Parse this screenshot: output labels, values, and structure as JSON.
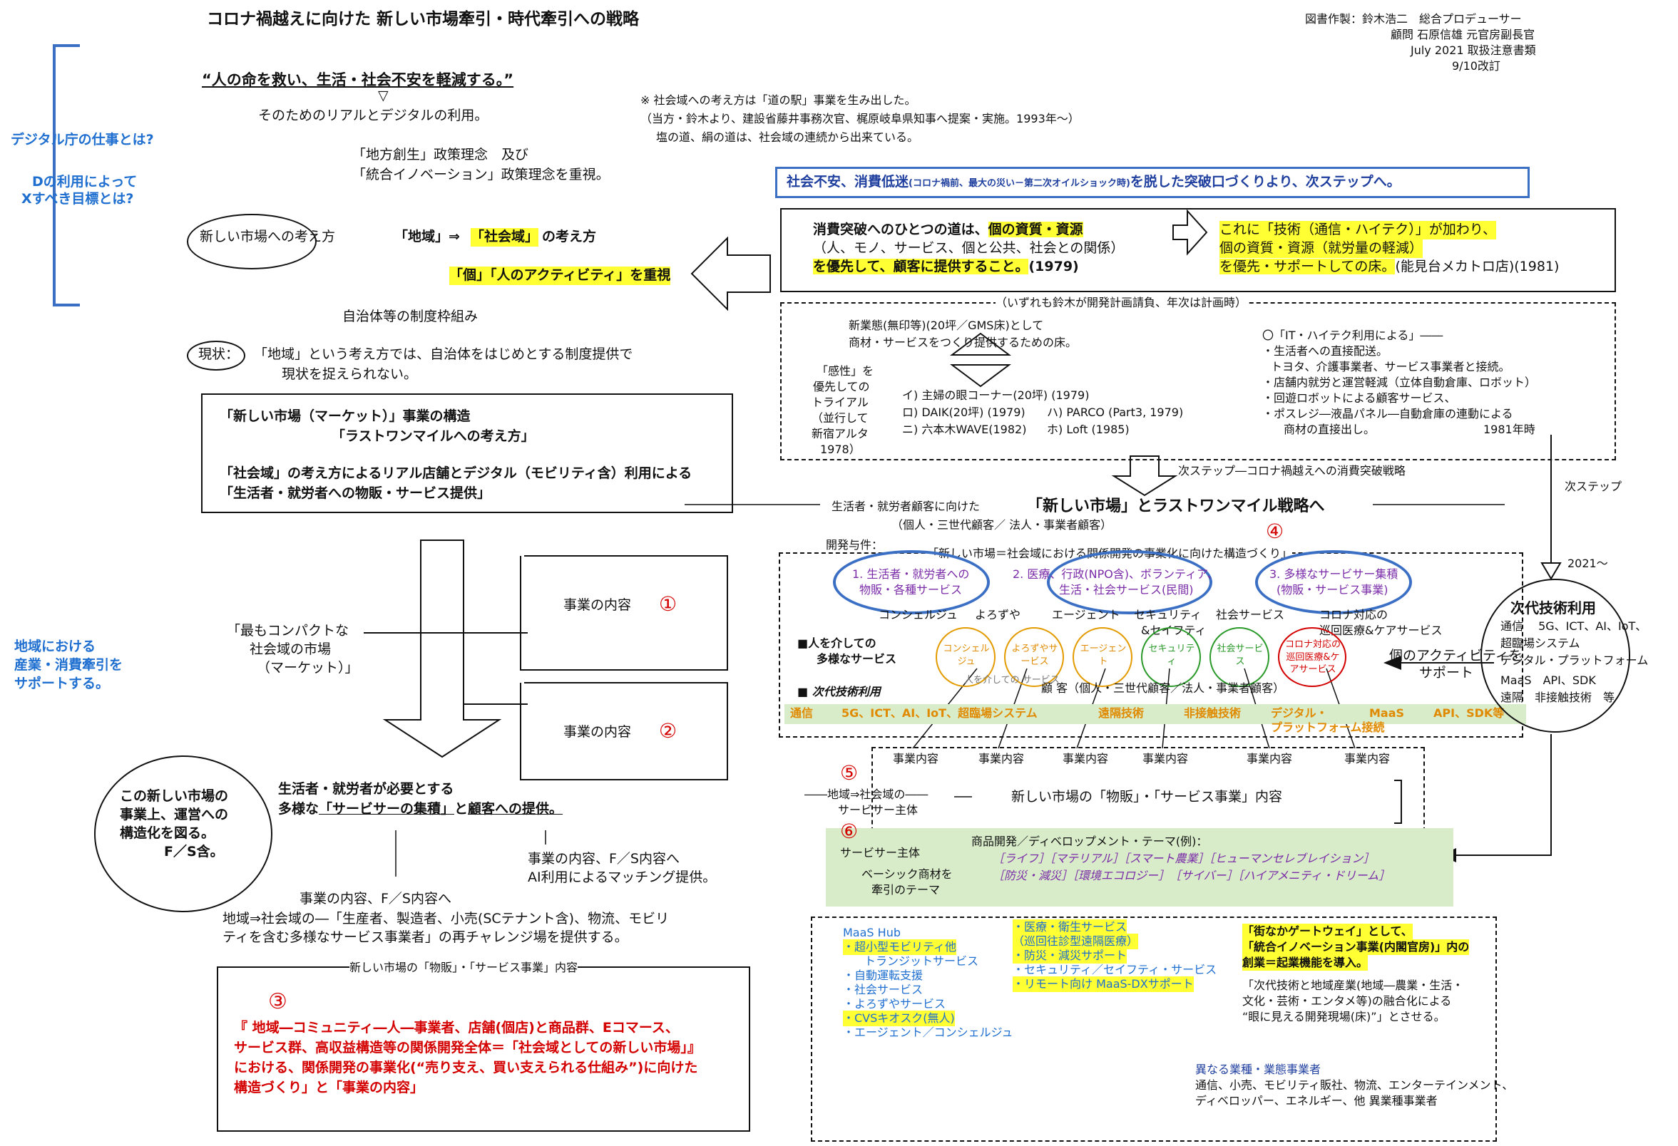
{
  "title": "コロナ禍越えに向けた 新しい市場牽引・時代牽引への戦略",
  "credits": {
    "line1": "図書作製：鈴木浩二　総合プロデューサー",
    "line2": "顧問 石原信雄 元官房副長官",
    "line3": "July 2021  取扱注意書類",
    "line4": "9/10改訂"
  },
  "left_blue": {
    "q1": "デジタル庁の仕事とは?",
    "q2a": "Dの利用によって",
    "q2b": "Xすべき目標とは?",
    "region1": "地域における",
    "region2": "産業・消費牽引を",
    "region3": "サポートする。"
  },
  "intro": {
    "slogan": "“人の命を救い、生活・社会不安を軽減する。”",
    "arrow": "▽",
    "line2": "そのためのリアルとデジタルの利用。",
    "line3": "「地方創生」政策理念　及び",
    "line4": "「統合イノベーション」政策理念を重視。"
  },
  "note": {
    "l1": "※ 社会域への考え方は「道の駅」事業を生み出した。",
    "l2": "（当方・鈴木より、建設省藤井事務次官、梶原岐阜県知事へ提案・実施。1993年～）",
    "l3": "塩の道、絹の道は、社会域の連続から出来ている。"
  },
  "newmarket": {
    "ellipse": "新しい市場への考え方",
    "chiki": "「地域」⇒",
    "shakai": "「社会域」",
    "kangae": "の考え方",
    "ko": "「個」「人のアクティビティ」を重視",
    "jichitai": "自治体等の制度枠組み",
    "genjo": "現状：",
    "genjo_text1": "「地域」という考え方では、自治体をはじめとする制度提供で",
    "genjo_text2": "現状を捉えられない。"
  },
  "structure_box": {
    "l1": "「新しい市場（マーケット）」事業の構造",
    "l2": "「ラストワンマイルへの考え方」",
    "l3": "「社会域」の考え方によるリアル店舗とデジタル（モビリティ含）利用による",
    "l4": "「生活者・就労者への物販・サービス提供」"
  },
  "banner": {
    "main": "社会不安、消費低迷",
    "small": "(コロナ禍前、最大の災い－第二次オイルショック時)",
    "tail": "を脱した突破口づくりより、次ステップへ。"
  },
  "history_box": {
    "l1a": "消費突破へのひとつの道は、",
    "l1b": "個の資質・資源",
    "l2": "（人、モノ、サービス、個と公共、社会との関係）",
    "l3": "を優先して、顧客に提供すること。",
    "l3b": "(1979)",
    "r1": "これに「技術（通信・ハイテク）」が加わり、",
    "r2": "個の資質・資源（就労量の軽減）",
    "r3": "を優先・サポートしての床。",
    "r3b": "(能見台メカトロ店)(1981)"
  },
  "history_detail": {
    "note": "（いずれも鈴木が開発計画請負、年次は計画時）",
    "shin1": "新業態(無印等)(20坪／GMS床)として",
    "shin2": "商材・サービスをつくり提供するための床。",
    "kansei1": "「感性」を",
    "kansei2": "優先しての",
    "kansei3": "トライアル",
    "kansei4": "（並行して",
    "kansei5": "新宿アルタ",
    "kansei6": "1978）",
    "i": "イ) 主婦の眼コーナー(20坪) (1979)",
    "ro": "ロ) DAIK(20坪) (1979)",
    "ha": "ハ) PARCO (Part3, 1979)",
    "ni": "ニ) 六本木WAVE(1982)",
    "ho": "ホ) Loft (1985)",
    "it1": "〇「IT・ハイテク利用による」――",
    "it2": "・生活者への直接配送。",
    "it3": "トヨタ、介護事業者、サービス事業者と接続。",
    "it4": "・店舗内就労と運営軽減（立体自動倉庫、ロボット）",
    "it5": "・回遊ロボットによる顧客サービス、",
    "it6": "・ポスレジ―液晶パネル―自動倉庫の連動による",
    "it7": "商材の直接出し。",
    "it8": "1981年時"
  },
  "nextstep": {
    "label": "次ステップ―コロナ禍越えへの消費突破戦略",
    "side": "次ステップ",
    "strategy_pre": "生活者・就労者顧客に向けた",
    "strategy": "「新しい市場」とラストワンマイル戦略へ",
    "strategy_sub": "（個人・三世代顧客／ 法人・事業者顧客）"
  },
  "compact": {
    "l1": "「最もコンパクトな",
    "l2": "社会域の市場",
    "l3": "（マーケット）」",
    "content1": "事業の内容",
    "content2": "事業の内容",
    "num1": "①",
    "num2": "②",
    "num3": "③",
    "num4": "④",
    "num5": "⑤",
    "num6": "⑥"
  },
  "circle_left": {
    "l1": "この新しい市場の",
    "l2": "事業上、運営への",
    "l3": "構造化を図る。",
    "l4": "F／S含。"
  },
  "services": {
    "l1": "生活者・就労者が必要とする",
    "l2a": "多様な",
    "l2b": "「サービサーの集積」",
    "l2c": "と",
    "l2d": "顧客への提供。",
    "fs1": "事業の内容、F／S内容へ",
    "fs2": "AI利用によるマッチング提供。",
    "fs3": "事業の内容、F／S内容へ",
    "fs4": "地域⇒社会域の―「生産者、製造者、小売(SCテナント含)、物流、モビリ",
    "fs5": "ティを含む多様なサービス事業者」の再チャレンジ場を提供する。"
  },
  "box3": {
    "title": "新しい市場の「物販」・「サービス事業」内容",
    "l1": "『 地域―コミュニティ―人―事業者、店舗(個店)と商品群、Eコマース、",
    "l2": "サービス群、高収益構造等の関係開発全体＝「社会域としての新しい市場」』",
    "l3": "における、関係開発の事業化(“売り支え、買い支えられる仕組み”)に向けた",
    "l4": "構造づくり」と「事業の内容」"
  },
  "dev": {
    "kaihatsu": "開発与件：",
    "top": "「新しい市場＝社会域における関係開発の事業化に向けた構造づくり」",
    "e1a": "1. 生活者・就労者への",
    "e1b": "物販・各種サービス",
    "e2a": "2. 医療、行政(NPO含)、ボランティア、",
    "e2b": "生活・社会サービス(民間)",
    "e3a": "3. 多様なサービサー集積",
    "e3b": "(物販・サービス事業)",
    "concierge": "コンシェルジュ",
    "yorozuya": "よろずや",
    "agent": "エージェント",
    "security": "セキュリティ",
    "safety": "&セイフティ",
    "social": "社会サービス",
    "corona1": "コロナ対応の",
    "corona2": "巡回医療&ケアサービス",
    "hito1": "■人を介しての",
    "hito2": "多様なサービス",
    "c1": "コンシェルジュ",
    "c2": "よろずやサービス",
    "c3": "エージェント",
    "c4": "セキュリティ",
    "c5": "社会サービス",
    "c6": "コロナ対応の巡回医療&ケアサービス",
    "csub": "人を介しての サービス",
    "activity1": "個のアクティビティを",
    "activity2": "サポート",
    "tech_label": "■ 次代技術利用",
    "kokyaku": "顧 客（個人・三世代顧客／法人・事業者顧客）",
    "t1": "通信",
    "t2": "5G、ICT、AI、IoT、超臨場システム",
    "t3": "遠隔技術",
    "t4": "非接触技術",
    "t5a": "デジタル・",
    "t5b": "プラットフォーム接続",
    "t6": "MaaS",
    "t7": "API、SDK等",
    "jigyo": "事業内容",
    "chiki_shakai1": "――地域⇒社会域の――",
    "chiki_shakai2": "サービサー主体",
    "center": "新しい市場の「物販」・「サービス事業」内容",
    "servicer": "サービサー主体",
    "basic1": "ベーシック商材を",
    "basic2": "牽引のテーマ",
    "theme_title": "商品開発／ディベロップメント・テーマ(例)：",
    "theme1": "［ライフ］［マテリアル］［スマート農業］［ヒューマンセレブレイション］",
    "theme2": "［防災・減災］［環境エコロジー］　［サイバー］［ハイアメニティ・ドリーム］"
  },
  "next_tech": {
    "year": "2021～",
    "title": "次代技術利用",
    "l1": "通信　 5G、ICT、AI、IoT、",
    "l2": "超臨場システム",
    "l3": "デジタル・プラットフォーム",
    "l4": "MaaS　API、SDK",
    "l5": "遠隔　非接触技術　等"
  },
  "bottom": {
    "maas_title": "MaaS Hub",
    "m1": "・超小型モビリティ他",
    "m2": "トランジットサービス",
    "m3": "・自動運転支援",
    "m4": "・社会サービス",
    "m5": "・よろずやサービス",
    "m6": "・CVSキオスク(無人)",
    "m7": "・エージェント／コンシェルジュ",
    "med1": "・医療・衛生サービス",
    "med2": "（巡回往診型遠隔医療）",
    "med3": "・防災・減災サポート",
    "med4": "・セキュリティ／セイフティ・サービス",
    "med5": "・リモート向け MaaS-DXサポート",
    "gw1": "「街なかゲートウェイ」として、",
    "gw2": "「統合イノベーション事業(内閣官房)」内の",
    "gw3": "創業＝起業機能を導入。",
    "gw4": "「次代技術と地域産業(地域―農業・生活・",
    "gw5": "文化・芸術・エンタメ等)の融合化による",
    "gw6": "“眼に見える開発現場(床)”」とさせる。",
    "diff_title": "異なる業種・業態事業者",
    "diff1": "通信、小売、モビリティ販社、物流、エンターテインメント、",
    "diff2": "ディベロッパー、エネルギー、他  異業種事業者"
  }
}
